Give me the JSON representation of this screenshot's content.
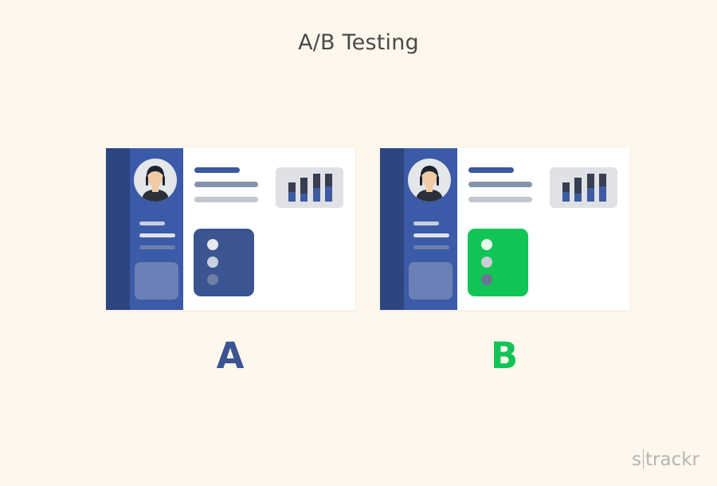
{
  "title": "A/B Testing",
  "colors": {
    "background": "#fdf7ec",
    "rail": "#2c4580",
    "sidebar": "#3b5aa7",
    "variant_a": "#3b5592",
    "variant_b": "#12c456",
    "chart_bar_dark": "#363e50",
    "chart_bar_blue": "#3e5aa0"
  },
  "variants": [
    {
      "label": "A",
      "action_color": "#3b5592",
      "dot_colors": [
        "#e6e9f0",
        "#c8cfdf",
        "#6f7fa6"
      ]
    },
    {
      "label": "B",
      "action_color": "#12c456",
      "dot_colors": [
        "#e6f8ec",
        "#c9ccd6",
        "#6d7396"
      ]
    }
  ],
  "icons": [
    "avatar-icon",
    "bar-chart-icon"
  ],
  "brand": {
    "left": "s",
    "right": "trackr"
  }
}
